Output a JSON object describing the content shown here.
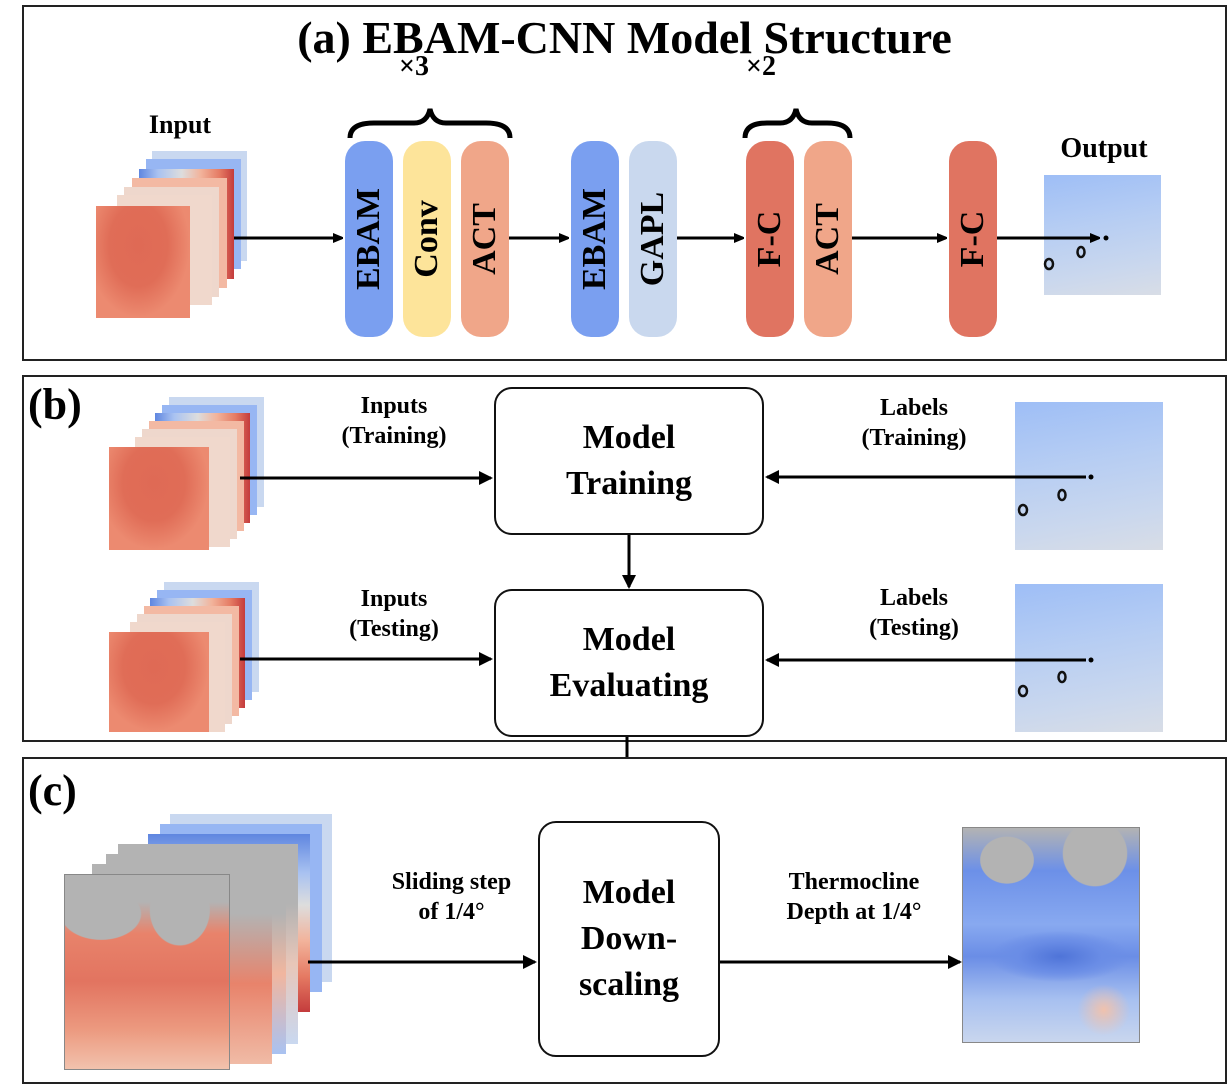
{
  "panel_a": {
    "title": "(a) EBAM-CNN Model Structure",
    "input_label": "Input",
    "output_label": "Output",
    "repeat_1": "×3",
    "repeat_2": "×2",
    "blocks": [
      {
        "label": "EBAM",
        "color": "#7a9ff0"
      },
      {
        "label": "Conv",
        "color": "#fde49a"
      },
      {
        "label": "ACT",
        "color": "#f0a689"
      },
      {
        "label": "EBAM",
        "color": "#7a9ff0"
      },
      {
        "label": "GAPL",
        "color": "#c9d8ee"
      },
      {
        "label": "F-C",
        "color": "#e07461"
      },
      {
        "label": "ACT",
        "color": "#f0a689"
      },
      {
        "label": "F-C",
        "color": "#e07461"
      }
    ]
  },
  "panel_b": {
    "label": "(b)",
    "inputs_training": [
      "Inputs",
      "(Training)"
    ],
    "inputs_testing": [
      "Inputs",
      "(Testing)"
    ],
    "labels_training": [
      "Labels",
      "(Training)"
    ],
    "labels_testing": [
      "Labels",
      "(Testing)"
    ],
    "model_training": [
      "Model",
      "Training"
    ],
    "model_evaluating": [
      "Model",
      "Evaluating"
    ]
  },
  "panel_c": {
    "label": "(c)",
    "sliding": [
      "Sliding step",
      "of 1/4°"
    ],
    "model_downscaling": [
      "Model",
      "Down-",
      "scaling"
    ],
    "thermocline": [
      "Thermocline",
      "Depth at 1/4°"
    ]
  },
  "colors": {
    "red_map": "#ea7e66",
    "red_dark": "#df6a55",
    "blue_map": "#b7cdf3",
    "blue_mid": "#8fb2f5",
    "land": "#b3b3b3"
  }
}
